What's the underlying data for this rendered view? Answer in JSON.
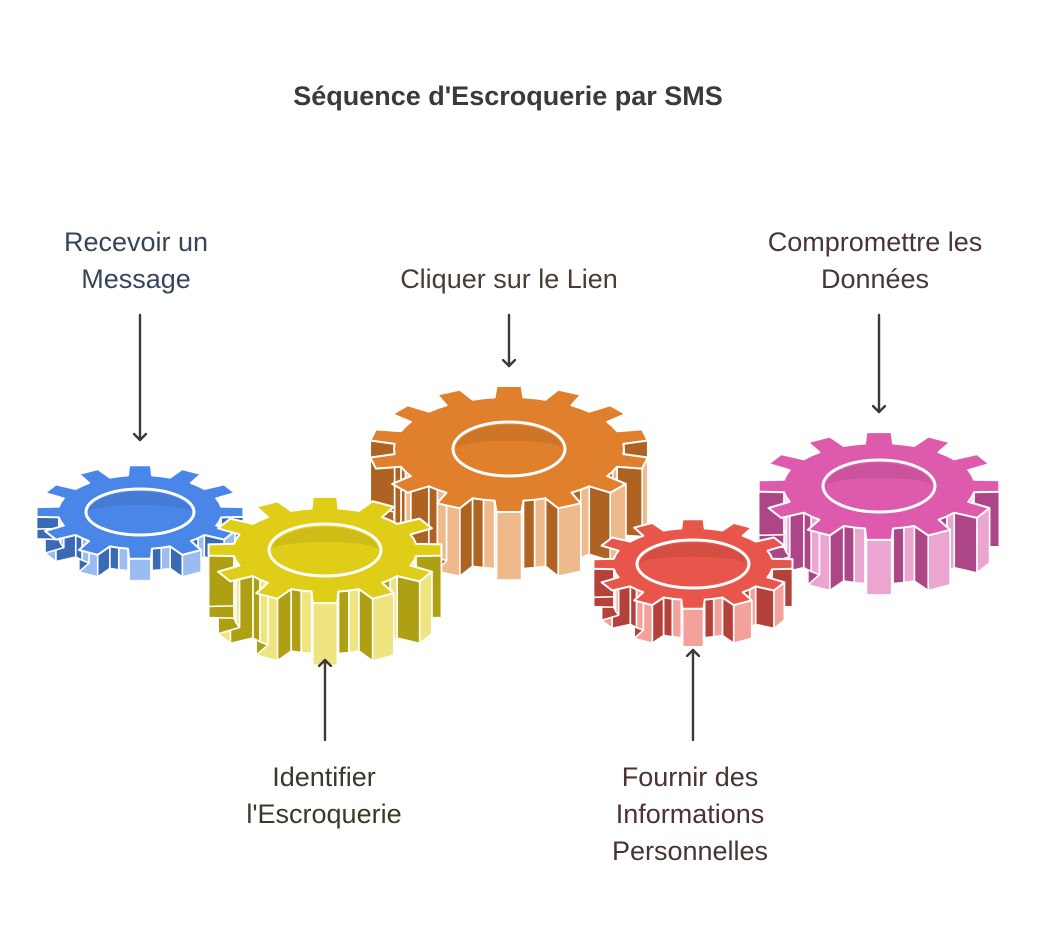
{
  "title": "Séquence d'Escroquerie par SMS",
  "colors": {
    "text": "#3a3a3a",
    "arrow": "#3a3a3a"
  },
  "steps": [
    {
      "id": "receive",
      "lines": [
        "Recevoir un",
        "Message"
      ],
      "color": "#4a86e8",
      "text_color": "#35465a"
    },
    {
      "id": "identify",
      "lines": [
        "Identifier",
        "l'Escroquerie"
      ],
      "color": "#e0cd18",
      "text_color": "#3a3a28"
    },
    {
      "id": "click",
      "lines": [
        "Cliquer sur le Lien"
      ],
      "color": "#e07f2c",
      "text_color": "#4a3b33"
    },
    {
      "id": "provide",
      "lines": [
        "Fournir des",
        "Informations",
        "Personnelles"
      ],
      "color": "#e8554a",
      "text_color": "#4a3333"
    },
    {
      "id": "compromise",
      "lines": [
        "Compromettre les",
        "Données"
      ],
      "color": "#dd5aac",
      "text_color": "#4a3340"
    }
  ]
}
